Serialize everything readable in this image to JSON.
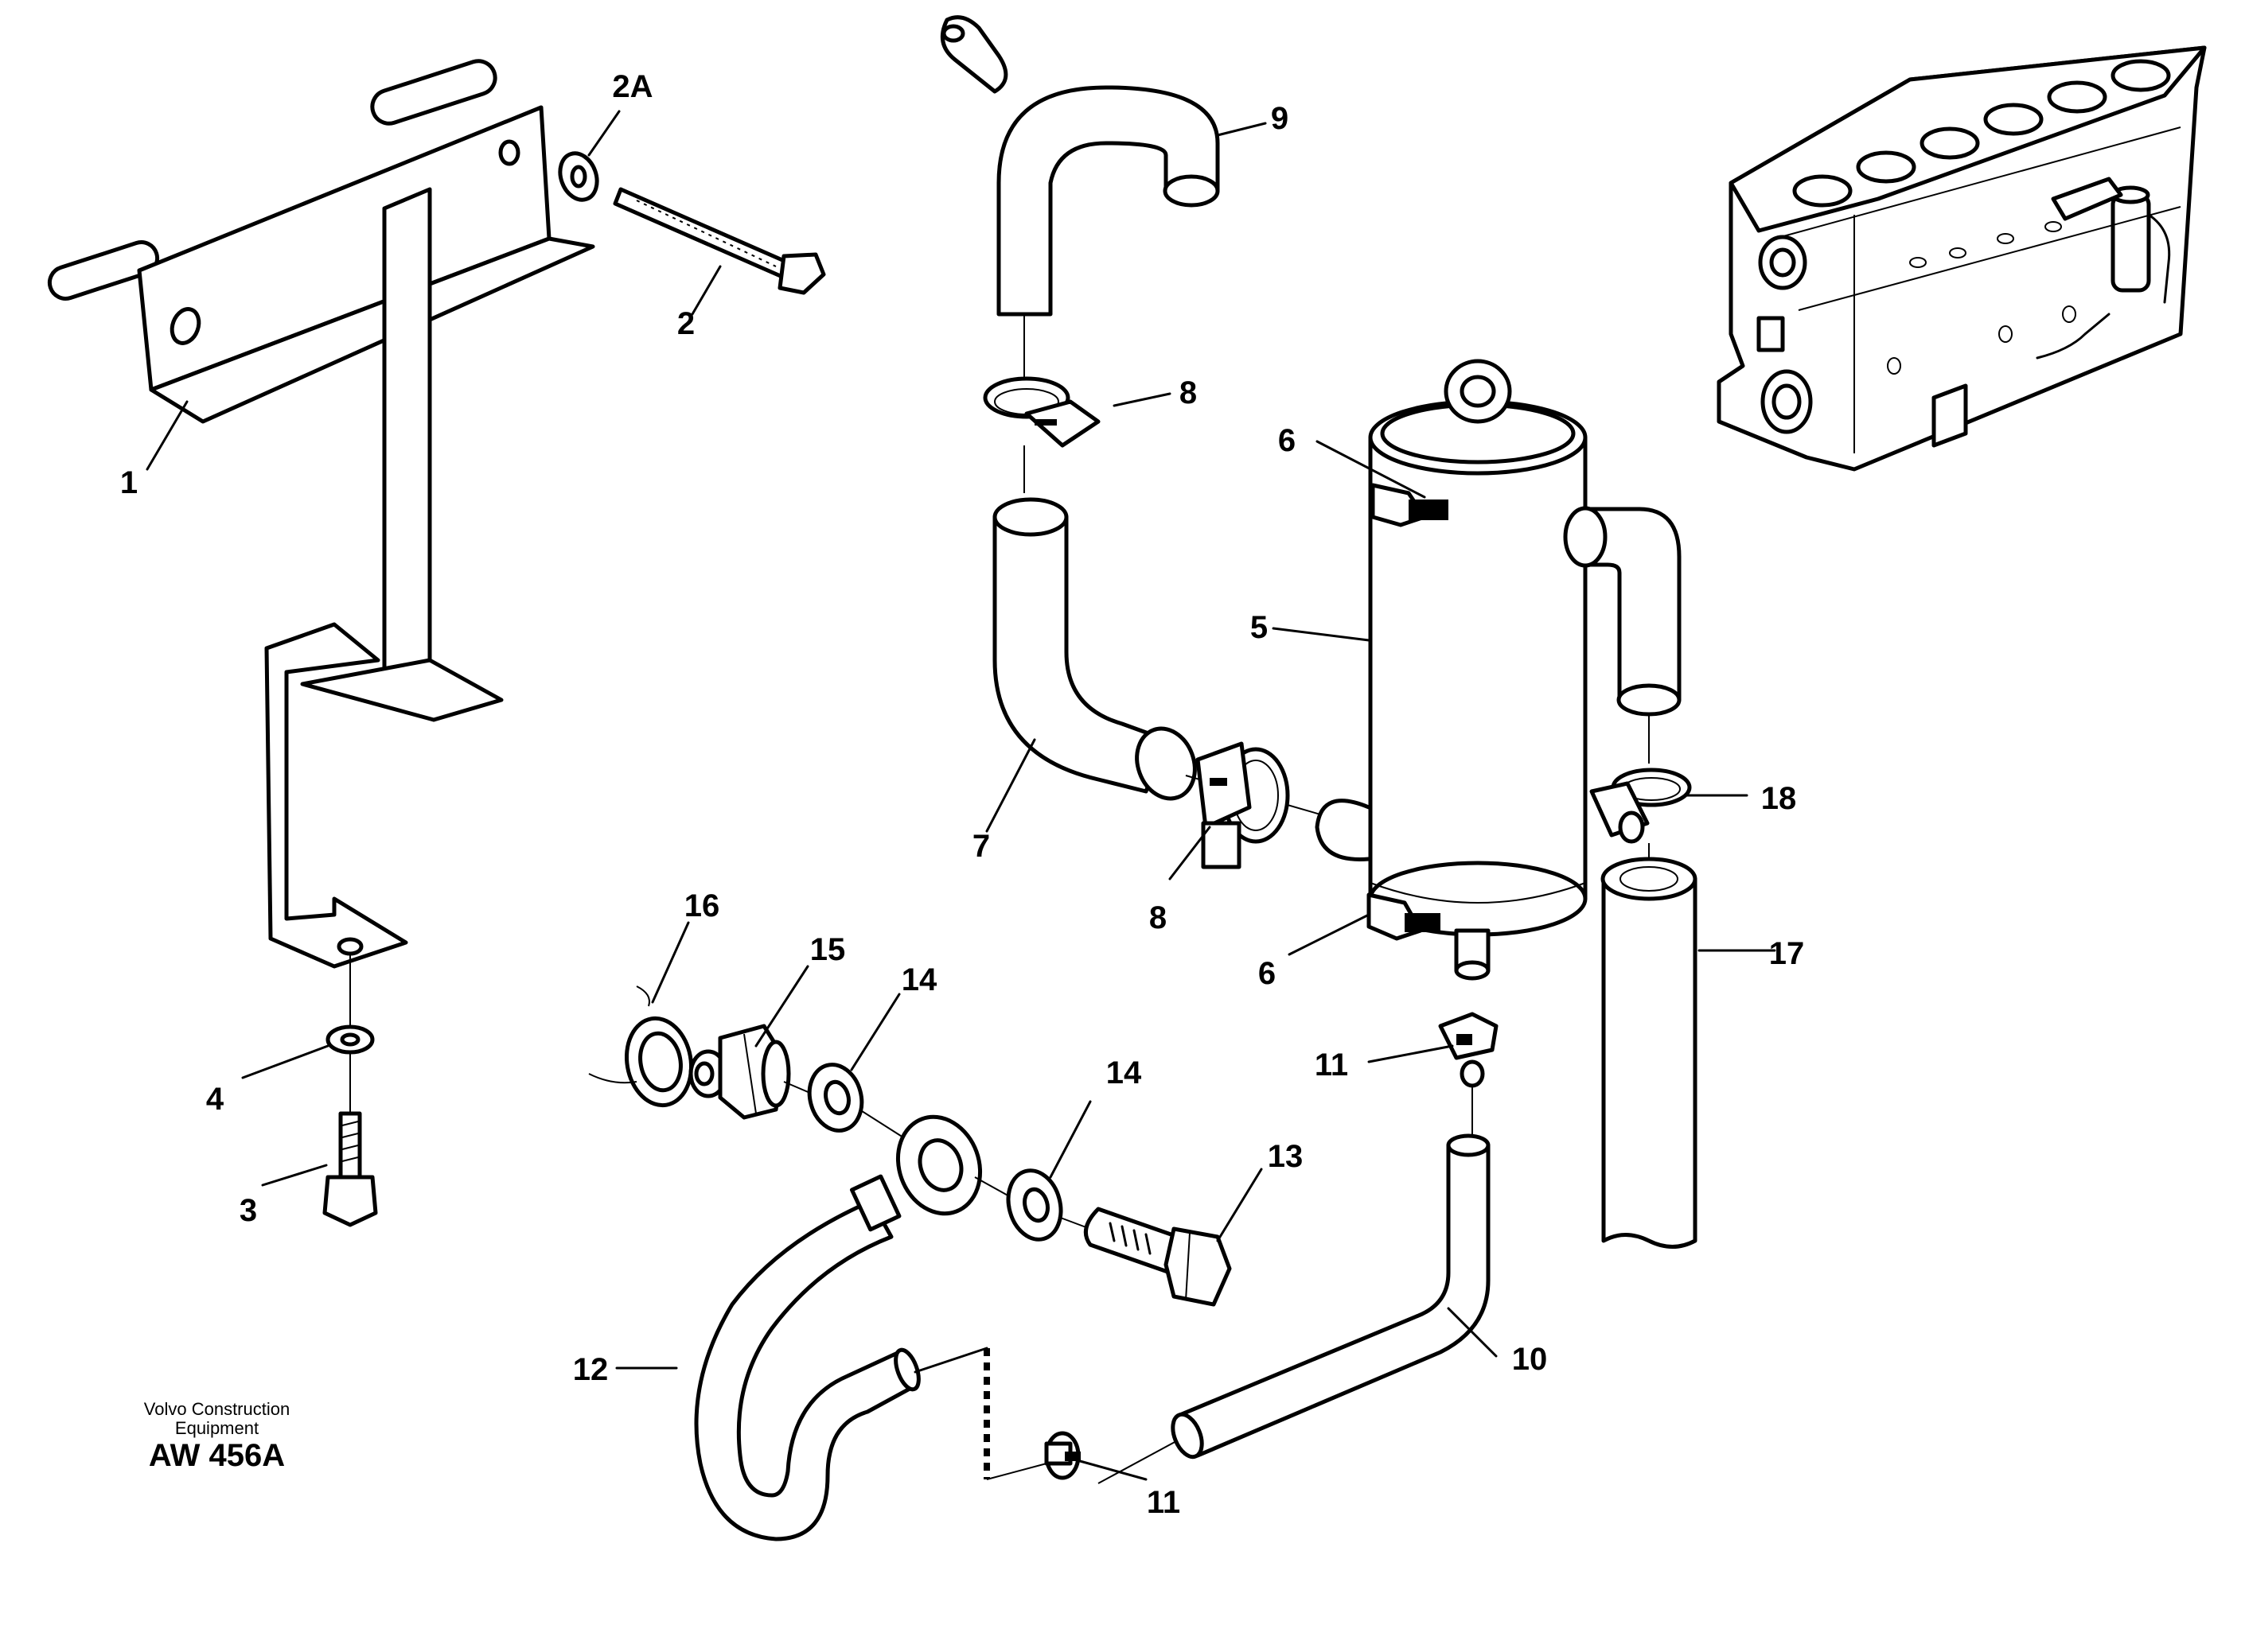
{
  "callouts": [
    {
      "id": "c1",
      "label": "1"
    },
    {
      "id": "c2",
      "label": "2"
    },
    {
      "id": "c2a",
      "label": "2A"
    },
    {
      "id": "c3",
      "label": "3"
    },
    {
      "id": "c4",
      "label": "4"
    },
    {
      "id": "c5",
      "label": "5"
    },
    {
      "id": "c6a",
      "label": "6"
    },
    {
      "id": "c6b",
      "label": "6"
    },
    {
      "id": "c7",
      "label": "7"
    },
    {
      "id": "c8a",
      "label": "8"
    },
    {
      "id": "c8b",
      "label": "8"
    },
    {
      "id": "c9",
      "label": "9"
    },
    {
      "id": "c10",
      "label": "10"
    },
    {
      "id": "c11a",
      "label": "11"
    },
    {
      "id": "c11b",
      "label": "11"
    },
    {
      "id": "c12",
      "label": "12"
    },
    {
      "id": "c13",
      "label": "13"
    },
    {
      "id": "c14a",
      "label": "14"
    },
    {
      "id": "c14b",
      "label": "14"
    },
    {
      "id": "c15",
      "label": "15"
    },
    {
      "id": "c16",
      "label": "16"
    },
    {
      "id": "c17",
      "label": "17"
    },
    {
      "id": "c18",
      "label": "18"
    }
  ],
  "footer": {
    "line1": "Volvo Construction",
    "line2": "Equipment",
    "drawing_id": "AW 456A"
  }
}
